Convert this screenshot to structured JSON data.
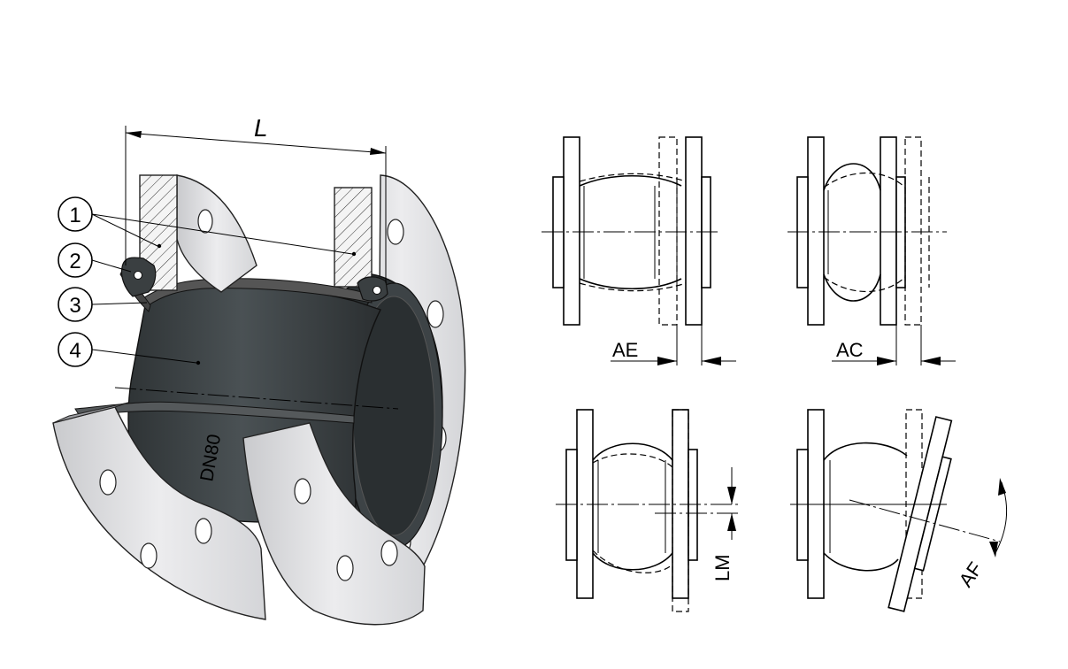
{
  "diagram": {
    "dimension_length_label": "L",
    "callouts": [
      "1",
      "2",
      "3",
      "4"
    ],
    "nominal_size_marking": "DN80",
    "movements": {
      "axial_extension": "AE",
      "axial_compression": "AC",
      "lateral_movement": "LM",
      "angular_deflection": "AF"
    }
  },
  "colors": {
    "rubber": "#3e4447",
    "flange": "#e6e6e8",
    "flange_shadow": "#b9babe",
    "hatch_fill": "#f2f2f2"
  }
}
